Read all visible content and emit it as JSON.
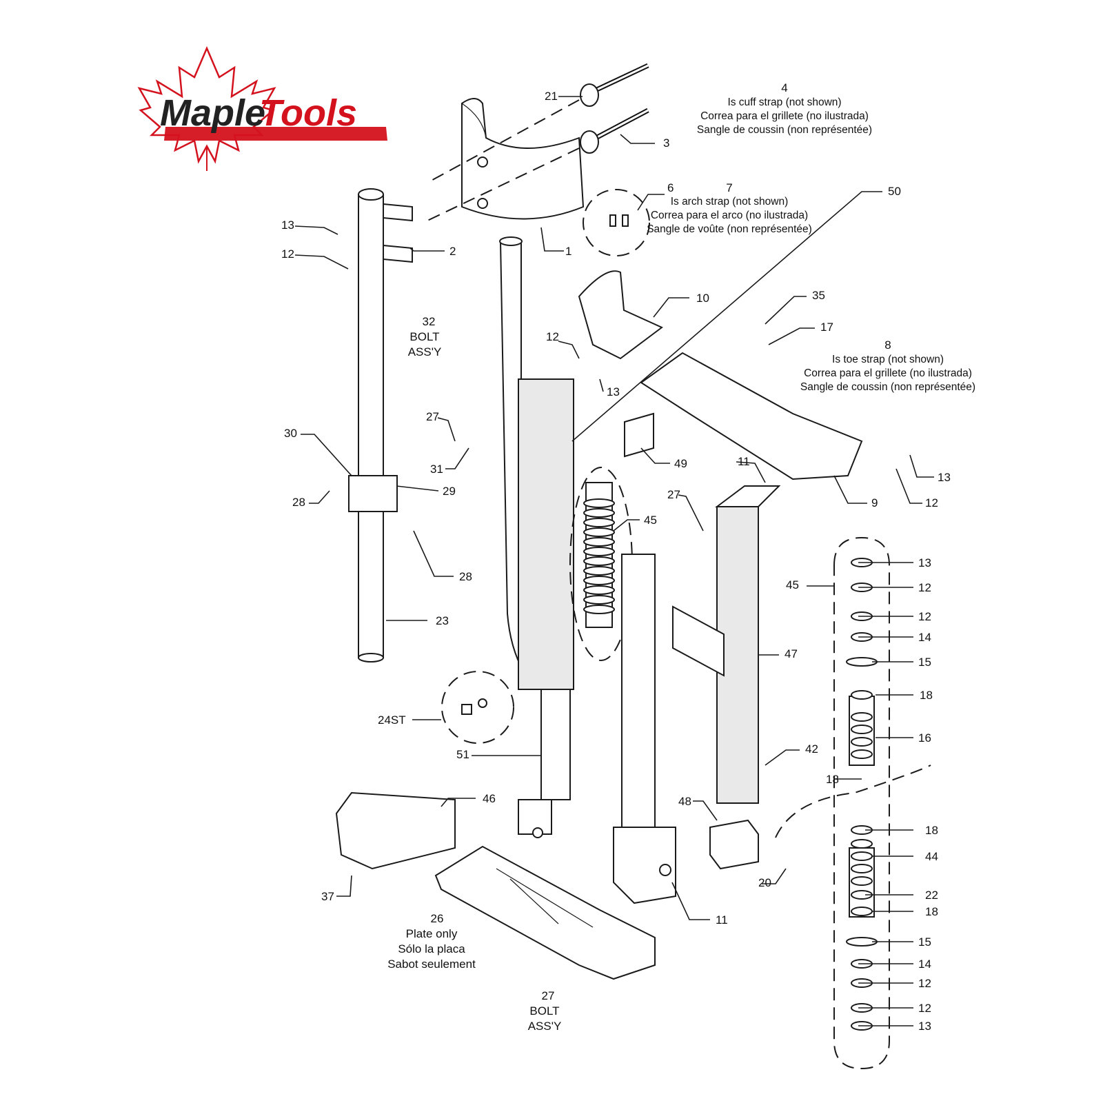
{
  "brand": {
    "name_part1": "Maple",
    "name_part2": "Tools",
    "accent_color": "#d4121e",
    "logo_icon": "maple-leaf-icon"
  },
  "notes": {
    "cuff_strap": {
      "number": "4",
      "en": "Is cuff strap (not shown)",
      "es": "Correa para el grillete (no ilustrada)",
      "fr": "Sangle de coussin (non représentée)"
    },
    "arch_strap": {
      "number": "7",
      "en": "Is arch strap (not shown)",
      "es": "Correa para el arco (no ilustrada)",
      "fr": "Sangle de voûte (non représentée)"
    },
    "toe_strap": {
      "number": "8",
      "en": "Is toe strap (not shown)",
      "es": "Correa para el grillete (no ilustrada)",
      "fr": "Sangle de coussin (non représentée)"
    },
    "bolt_32": {
      "number": "32",
      "line1": "BOLT",
      "line2": "ASS'Y"
    },
    "bolt_27": {
      "number": "27",
      "line1": "BOLT",
      "line2": "ASS'Y"
    },
    "plate_26": {
      "number": "26",
      "en": "Plate only",
      "es": "Sólo la placa",
      "fr": "Sabot seulement"
    }
  },
  "callouts": {
    "c1": "1",
    "c2": "2",
    "c3": "3",
    "c6": "6",
    "c9": "9",
    "c10": "10",
    "c11a": "11",
    "c11b": "11",
    "c12a": "12",
    "c12b": "12",
    "c12c": "12",
    "c12d": "12",
    "c12e": "12",
    "c12f": "12",
    "c12g": "12",
    "c13a": "13",
    "c13b": "13",
    "c13c": "13",
    "c13d": "13",
    "c13e": "13",
    "c14a": "14",
    "c14b": "14",
    "c15a": "15",
    "c15b": "15",
    "c16": "16",
    "c17": "17",
    "c18a": "18",
    "c18b": "18",
    "c18c": "18",
    "c18d": "18",
    "c20": "20",
    "c21": "21",
    "c22": "22",
    "c23": "23",
    "c24st": "24ST",
    "c27a": "27",
    "c27b": "27",
    "c28a": "28",
    "c28b": "28",
    "c29": "29",
    "c30": "30",
    "c31": "31",
    "c35": "35",
    "c37": "37",
    "c42": "42",
    "c44": "44",
    "c45a": "45",
    "c45b": "45",
    "c46": "46",
    "c47": "47",
    "c48": "48",
    "c49": "49",
    "c50": "50",
    "c51": "51"
  }
}
